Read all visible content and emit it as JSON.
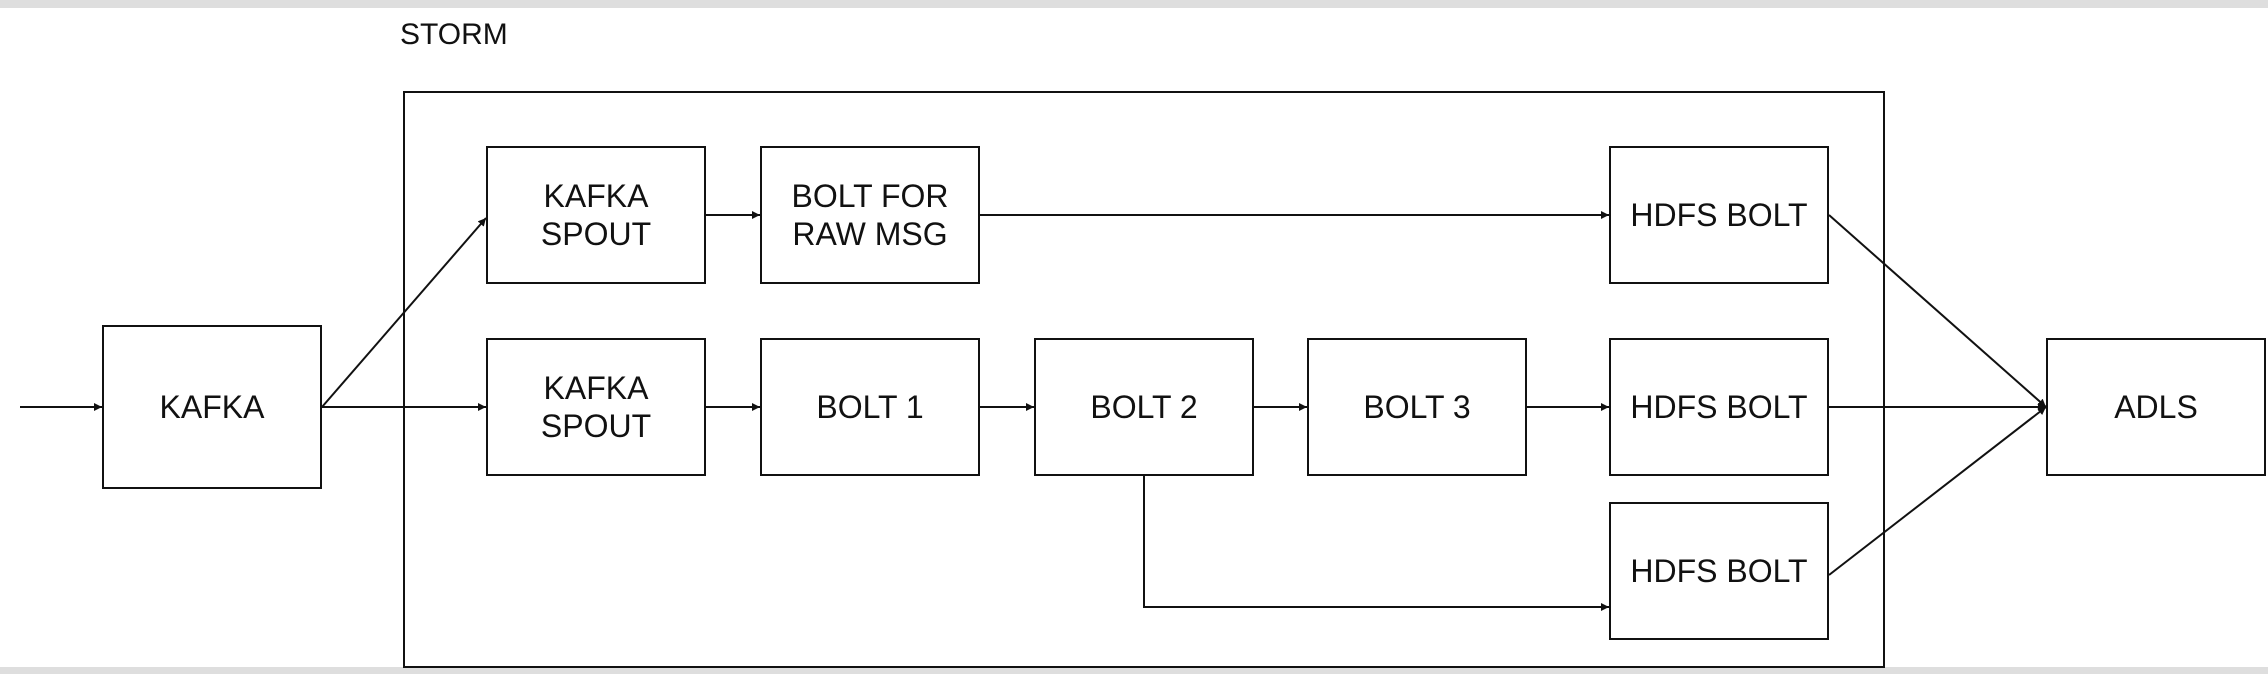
{
  "diagram": {
    "container_label": "STORM",
    "nodes": {
      "kafka": "KAFKA",
      "spout_top": "KAFKA\nSPOUT",
      "bolt_raw": "BOLT FOR\nRAW MSG",
      "hdfs_top": "HDFS BOLT",
      "spout_mid": "KAFKA\nSPOUT",
      "bolt1": "BOLT 1",
      "bolt2": "BOLT 2",
      "bolt3": "BOLT 3",
      "hdfs_mid": "HDFS BOLT",
      "hdfs_bottom": "HDFS BOLT",
      "adls": "ADLS"
    },
    "edges": [
      {
        "from": "input",
        "to": "kafka"
      },
      {
        "from": "kafka",
        "to": "spout_top"
      },
      {
        "from": "kafka",
        "to": "spout_mid"
      },
      {
        "from": "spout_top",
        "to": "bolt_raw"
      },
      {
        "from": "bolt_raw",
        "to": "hdfs_top"
      },
      {
        "from": "spout_mid",
        "to": "bolt1"
      },
      {
        "from": "bolt1",
        "to": "bolt2"
      },
      {
        "from": "bolt2",
        "to": "bolt3"
      },
      {
        "from": "bolt3",
        "to": "hdfs_mid"
      },
      {
        "from": "bolt2",
        "to": "hdfs_bottom"
      },
      {
        "from": "hdfs_top",
        "to": "adls"
      },
      {
        "from": "hdfs_mid",
        "to": "adls"
      },
      {
        "from": "hdfs_bottom",
        "to": "adls"
      }
    ]
  }
}
